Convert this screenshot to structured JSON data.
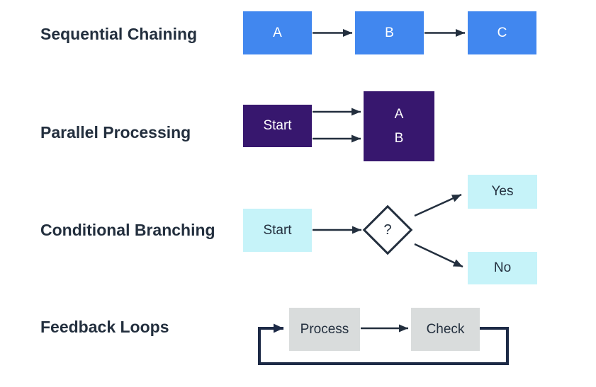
{
  "figure": {
    "background_color": "#ffffff",
    "label_color": "#232f3e",
    "arrow_color": "#232f3e",
    "loop_color": "#1d2a46",
    "rows": [
      {
        "label": "Sequential Chaining",
        "node_color": "#4187ef",
        "text_color": "#ffffff",
        "nodes": [
          {
            "label": "A"
          },
          {
            "label": "B"
          },
          {
            "label": "C"
          }
        ]
      },
      {
        "label": "Parallel Processing",
        "node_color": "#37176e",
        "text_color": "#ffffff",
        "start": {
          "label": "Start"
        },
        "merged": {
          "lines": [
            "A",
            "B"
          ]
        }
      },
      {
        "label": "Conditional Branching",
        "node_color": "#c6f3f9",
        "text_color": "#232f3e",
        "start": {
          "label": "Start"
        },
        "decision": {
          "label": "?"
        },
        "branches": [
          {
            "label": "Yes"
          },
          {
            "label": "No"
          }
        ]
      },
      {
        "label": "Feedback Loops",
        "node_color": "#d9dcdc",
        "text_color": "#232f3e",
        "nodes": [
          {
            "label": "Process"
          },
          {
            "label": "Check"
          }
        ]
      }
    ]
  }
}
